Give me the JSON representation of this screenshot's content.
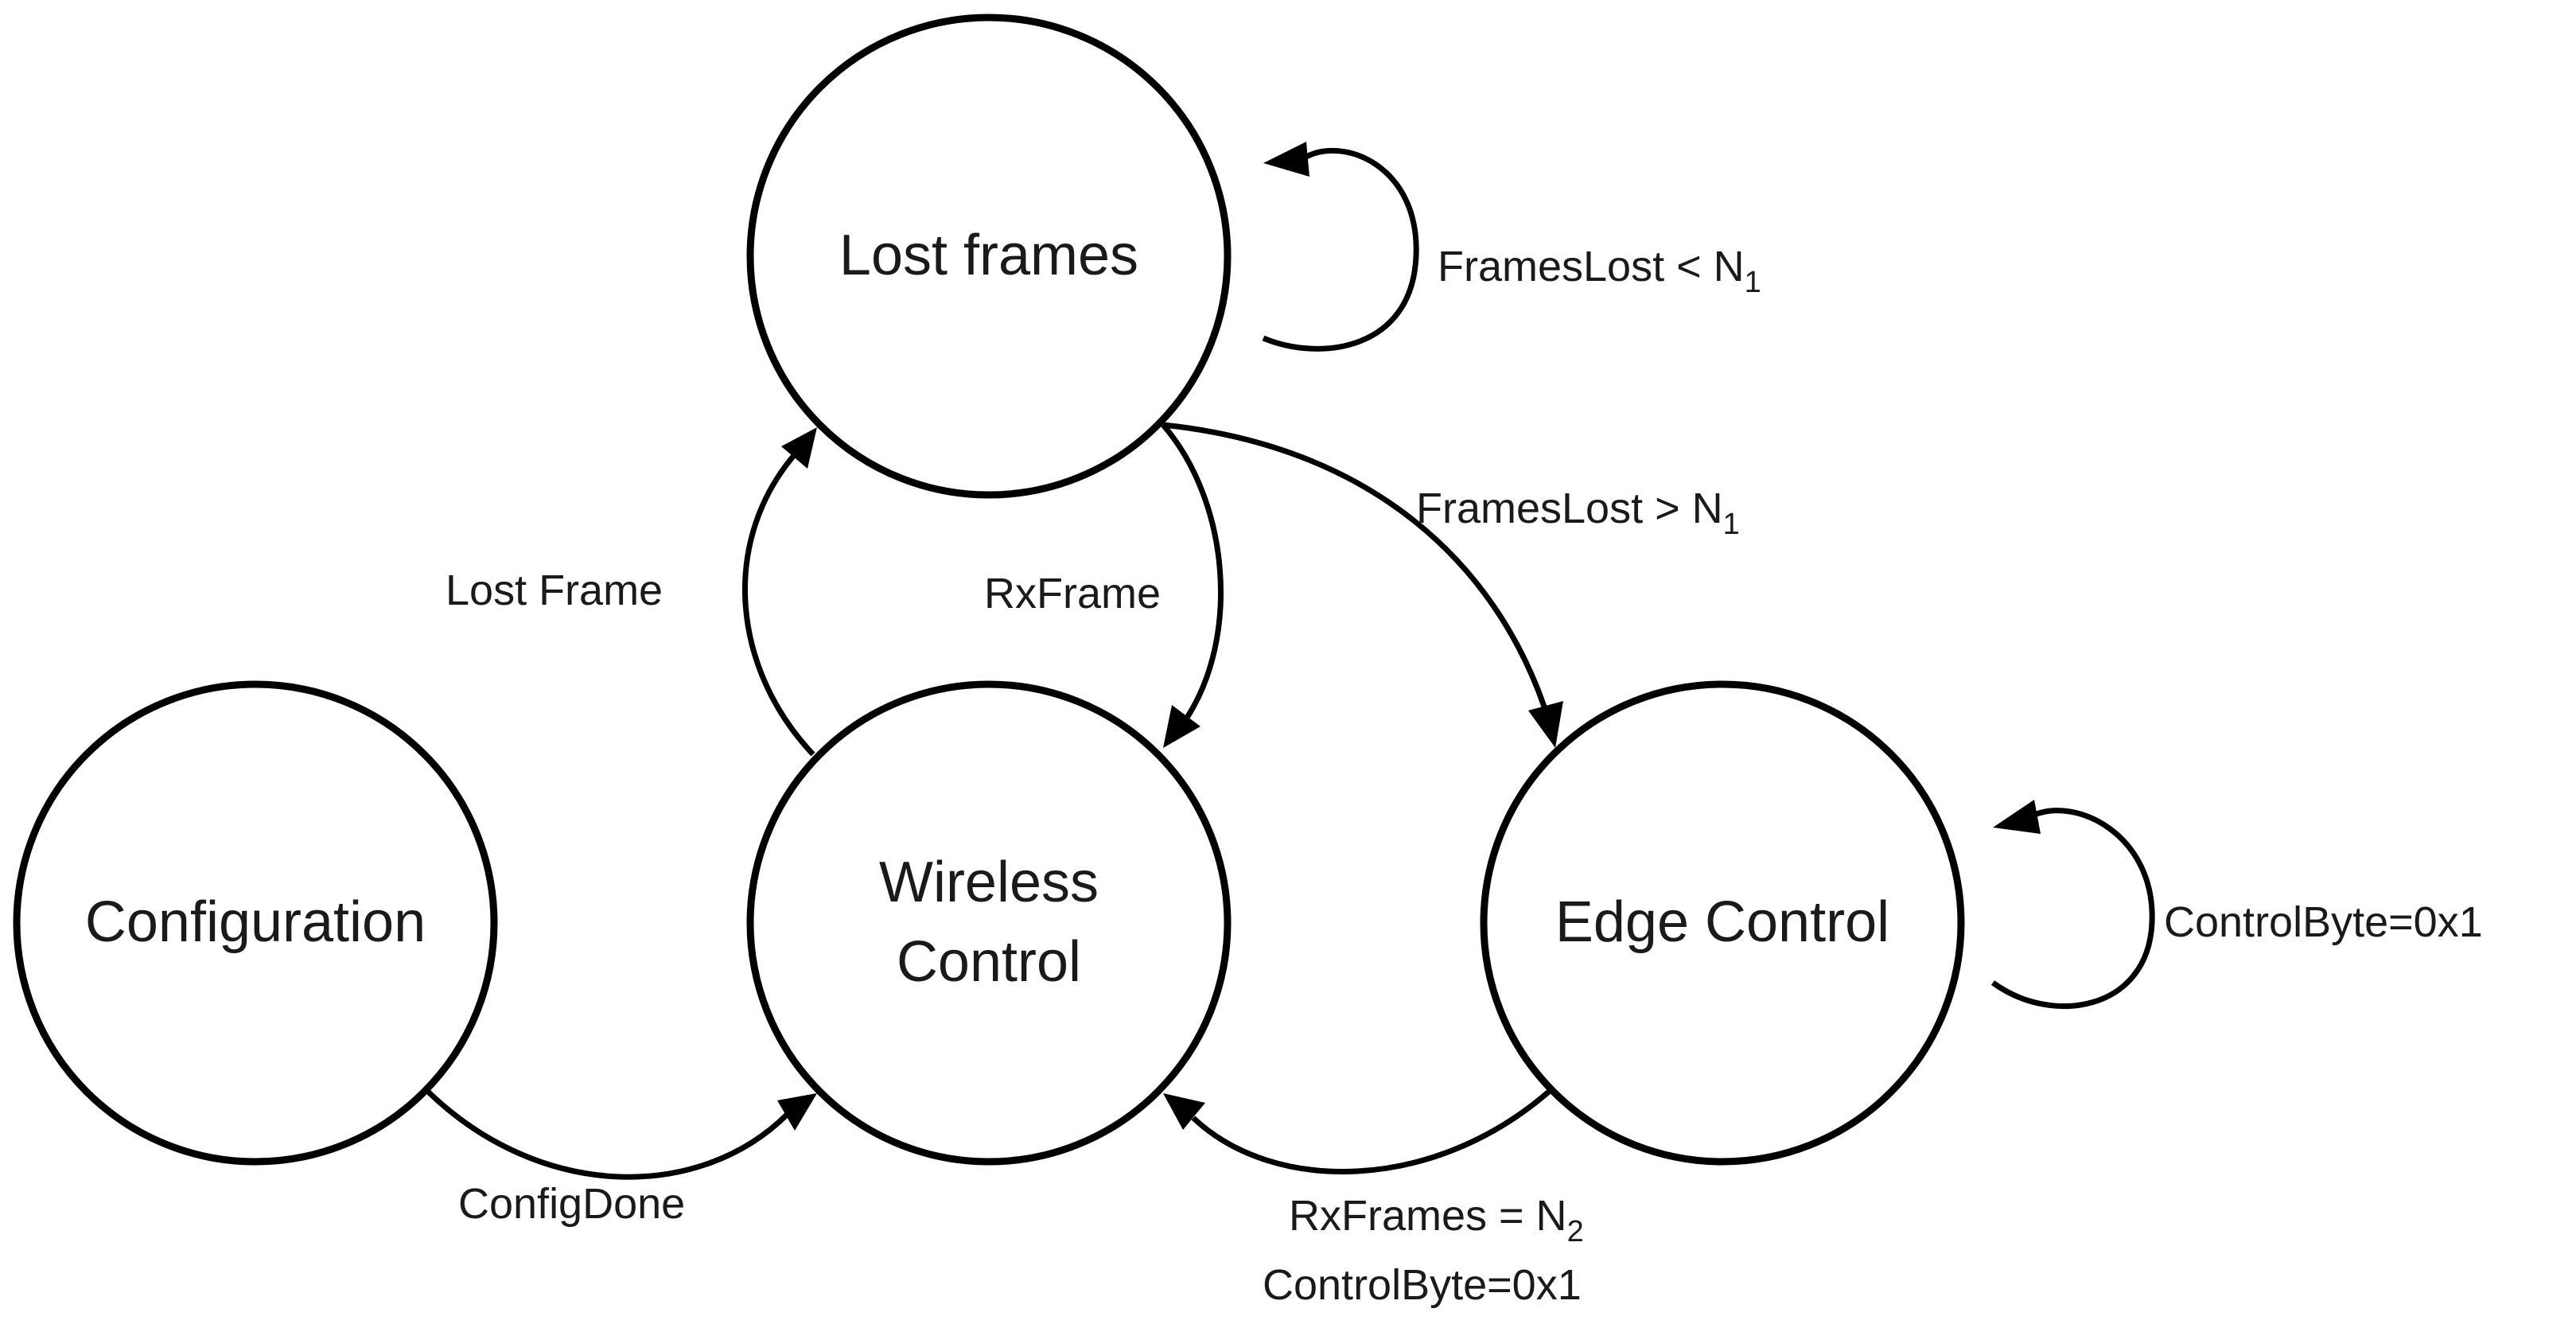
{
  "states": {
    "lost_frames": {
      "label": "Lost frames"
    },
    "configuration": {
      "label": "Configuration"
    },
    "wireless_control": {
      "line1": "Wireless",
      "line2": "Control"
    },
    "edge_control": {
      "label": "Edge Control"
    }
  },
  "transitions": {
    "frames_lost_lt": {
      "text": "FramesLost < N",
      "subscript": "1"
    },
    "frames_lost_gt": {
      "text": "FramesLost > N",
      "subscript": "1"
    },
    "lost_frame": {
      "text": "Lost Frame"
    },
    "rx_frame": {
      "text": "RxFrame"
    },
    "control_byte_self": {
      "text": "ControlByte=0x1"
    },
    "config_done": {
      "text": "ConfigDone"
    },
    "rx_frames_eq": {
      "text": "RxFrames = N",
      "subscript": "2"
    },
    "control_byte_return": {
      "text": "ControlByte=0x1"
    }
  }
}
